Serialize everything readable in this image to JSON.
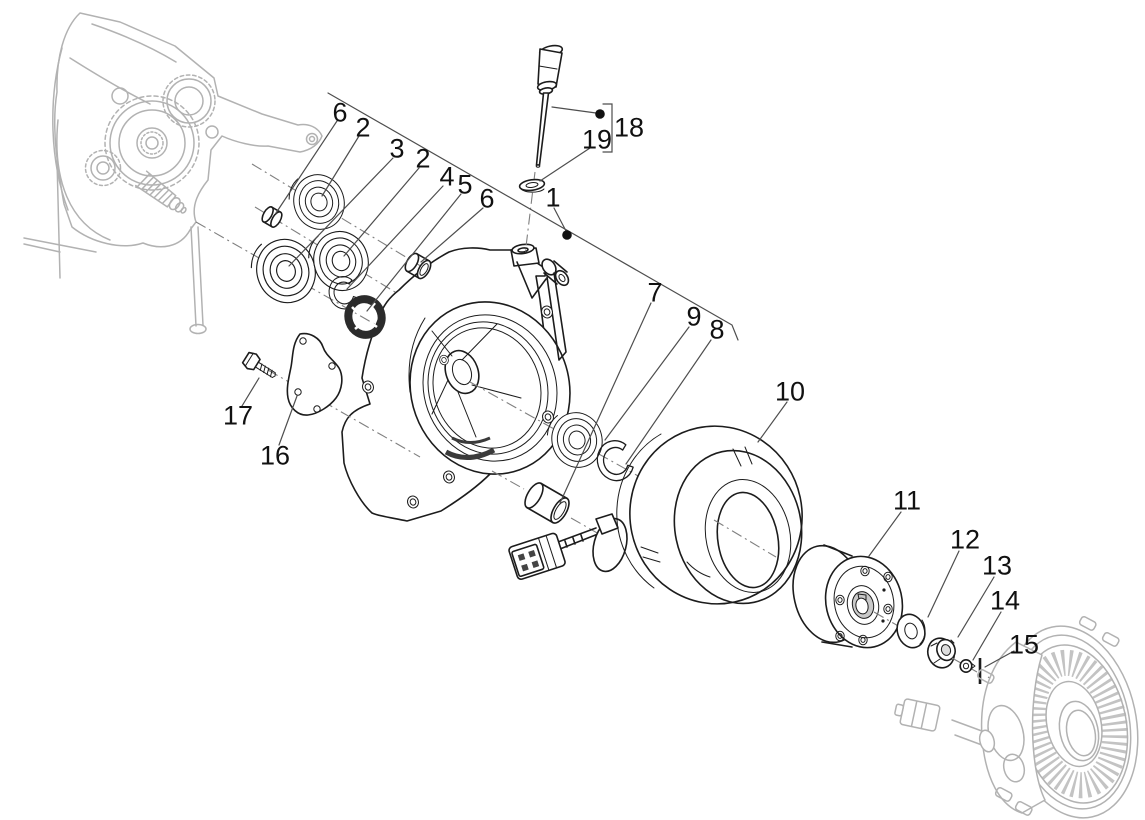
{
  "diagram": {
    "title_hint": "exploded-parts-diagram",
    "colors": {
      "background": "#ffffff",
      "ink": "#1c1c1c",
      "ghost": "#b2b2b2",
      "leader": "#4e4e4e",
      "label": "#111111"
    },
    "callouts": [
      {
        "label": "6"
      },
      {
        "label": "2"
      },
      {
        "label": "3"
      },
      {
        "label": "2"
      },
      {
        "label": "4"
      },
      {
        "label": "5"
      },
      {
        "label": "6"
      },
      {
        "label": "18"
      },
      {
        "label": "19"
      },
      {
        "label": "1"
      },
      {
        "label": "7"
      },
      {
        "label": "9"
      },
      {
        "label": "8"
      },
      {
        "label": "10"
      },
      {
        "label": "11"
      },
      {
        "label": "12"
      },
      {
        "label": "13"
      },
      {
        "label": "14"
      },
      {
        "label": "15"
      },
      {
        "label": "16"
      },
      {
        "label": "17"
      }
    ]
  }
}
